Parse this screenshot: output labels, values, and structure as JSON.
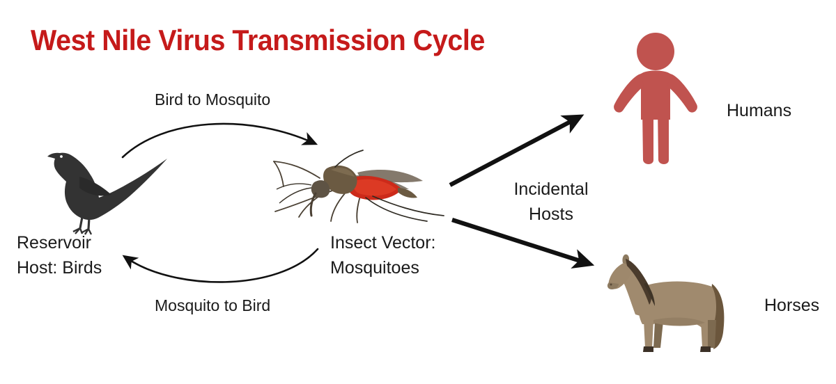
{
  "title": "West Nile Virus Transmission Cycle",
  "colors": {
    "title_red": "#c51a1a",
    "text": "#1a1a1a",
    "background": "#ffffff",
    "arrow": "#111111",
    "bird_silhouette": "#333333",
    "mosquito_body": "#6b5a42",
    "mosquito_abdomen": "#cc2a1a",
    "human_pictogram": "#c0534f",
    "horse_body": "#a08a6e",
    "horse_mane": "#4a3b2c"
  },
  "labels": {
    "bird_to_mosquito": "Bird to Mosquito",
    "mosquito_to_bird": "Mosquito to Bird",
    "reservoir_host": "Reservoir\nHost: Birds",
    "insect_vector": "Insect Vector:\nMosquitoes",
    "incidental_hosts": "Incidental\nHosts",
    "humans": "Humans",
    "horses": "Horses"
  },
  "nodes": [
    {
      "id": "bird",
      "name": "Reservoir Host: Birds",
      "icon": "bird-silhouette-icon"
    },
    {
      "id": "mosquito",
      "name": "Insect Vector: Mosquitoes",
      "icon": "mosquito-icon"
    },
    {
      "id": "human",
      "name": "Humans",
      "icon": "human-pictogram-icon"
    },
    {
      "id": "horse",
      "name": "Horses",
      "icon": "horse-icon"
    }
  ],
  "arrows": [
    {
      "id": "bird-to-mosquito",
      "from": "bird",
      "to": "mosquito",
      "style": "curved-thin",
      "label": "Bird to Mosquito"
    },
    {
      "id": "mosquito-to-bird",
      "from": "mosquito",
      "to": "bird",
      "style": "curved-thin",
      "label": "Mosquito to Bird"
    },
    {
      "id": "mosquito-to-human",
      "from": "mosquito",
      "to": "human",
      "style": "straight-thick",
      "label": "Incidental Hosts"
    },
    {
      "id": "mosquito-to-horse",
      "from": "mosquito",
      "to": "horse",
      "style": "straight-thick",
      "label": "Incidental Hosts"
    }
  ]
}
